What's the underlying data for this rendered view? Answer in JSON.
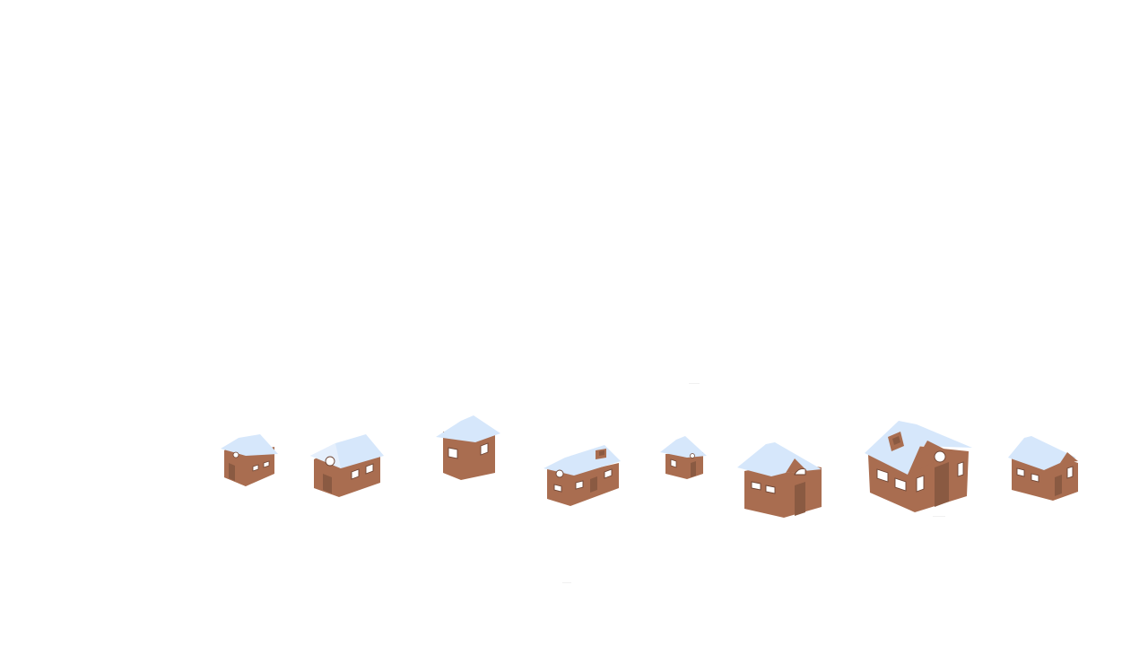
{
  "scene": {
    "background": "#ffffff",
    "colors": {
      "wall": "#a96d50",
      "wall_shadow": "#8a5a42",
      "roof": "#d6e7fb",
      "window": "#ffffff",
      "outline": "#6d4433"
    }
  },
  "houses": [
    {
      "id": "house-1",
      "icon": "cottage-icon"
    },
    {
      "id": "house-2",
      "icon": "cottage-icon"
    },
    {
      "id": "house-3",
      "icon": "cabin-icon"
    },
    {
      "id": "house-4",
      "icon": "long-house-icon"
    },
    {
      "id": "house-5",
      "icon": "hut-icon"
    },
    {
      "id": "house-6",
      "icon": "cottage-icon"
    },
    {
      "id": "house-7",
      "icon": "large-house-icon"
    },
    {
      "id": "house-8",
      "icon": "cottage-icon"
    }
  ]
}
